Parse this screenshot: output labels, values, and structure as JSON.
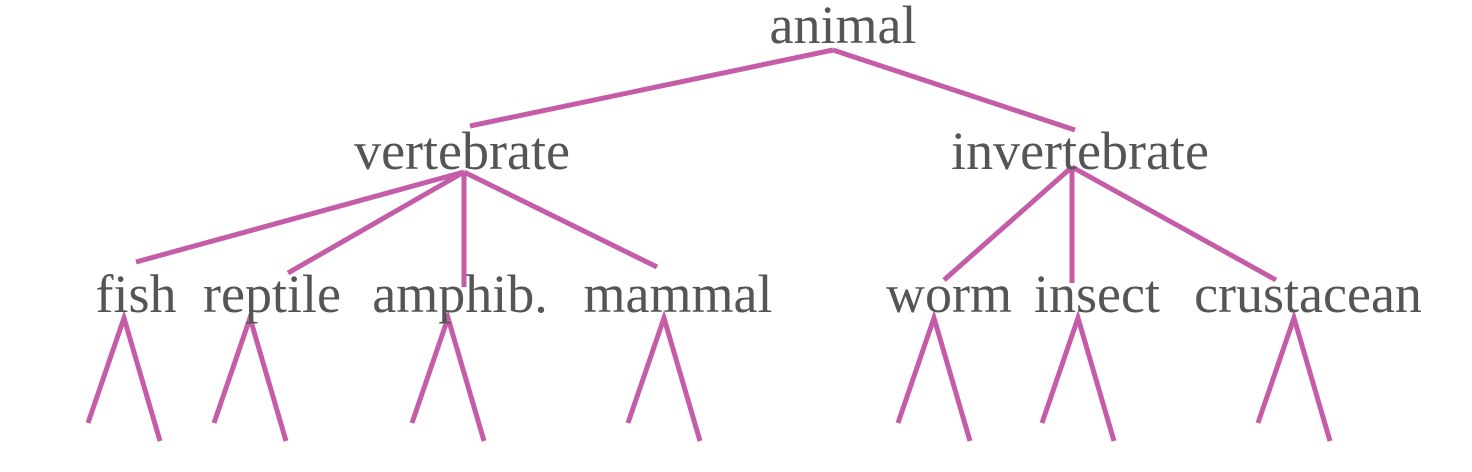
{
  "tree": {
    "root": {
      "label": "animal",
      "children": [
        {
          "label": "vertebrate",
          "children": [
            {
              "label": "fish"
            },
            {
              "label": "reptile"
            },
            {
              "label": "amphib."
            },
            {
              "label": "mammal"
            }
          ]
        },
        {
          "label": "invertebrate",
          "children": [
            {
              "label": "worm"
            },
            {
              "label": "insect"
            },
            {
              "label": "crustacean"
            }
          ]
        }
      ]
    }
  },
  "colors": {
    "edge": "#c45ca8",
    "text": "#555555",
    "background": "#ffffff"
  }
}
